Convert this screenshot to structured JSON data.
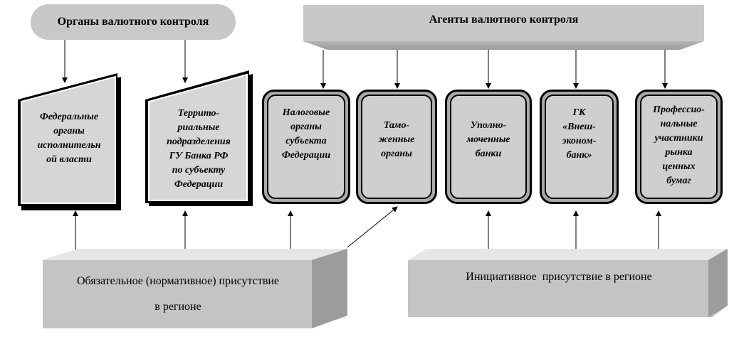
{
  "header": {
    "organs_title": "Органы валютного контроля",
    "agents_title": "Агенты валютного контроля"
  },
  "organs": [
    {
      "label": "Федеральные органы исполнительной власти",
      "lines": [
        "Федеральные",
        "органы",
        "исполнительн",
        "ой власти"
      ]
    },
    {
      "label": "Территориальные подразделения ГУ Банка РФ по субъекту Федерации",
      "lines": [
        "Террито-",
        "риальные",
        "подразделения",
        "ГУ Банка РФ",
        "по субъекту",
        "Федерации"
      ]
    }
  ],
  "agents": [
    {
      "lines": [
        "Налоговые",
        "органы",
        "субъекта",
        "Федерации"
      ]
    },
    {
      "lines": [
        "Тамо-",
        "женные",
        "органы"
      ]
    },
    {
      "lines": [
        "Уполно-",
        "моченные",
        "банки"
      ]
    },
    {
      "lines": [
        "ГК",
        "«Внеш-",
        "эконом-",
        "банк»"
      ]
    },
    {
      "lines": [
        "Профессио-",
        "нальные",
        "участники",
        "рынка",
        "ценных",
        "бумаг"
      ]
    }
  ],
  "bottom": {
    "mandatory_line1": "Обязательное (нормативное) присутствие",
    "mandatory_line2": "в регионе",
    "initiative": "Инициативное  присутствие в регионе"
  }
}
